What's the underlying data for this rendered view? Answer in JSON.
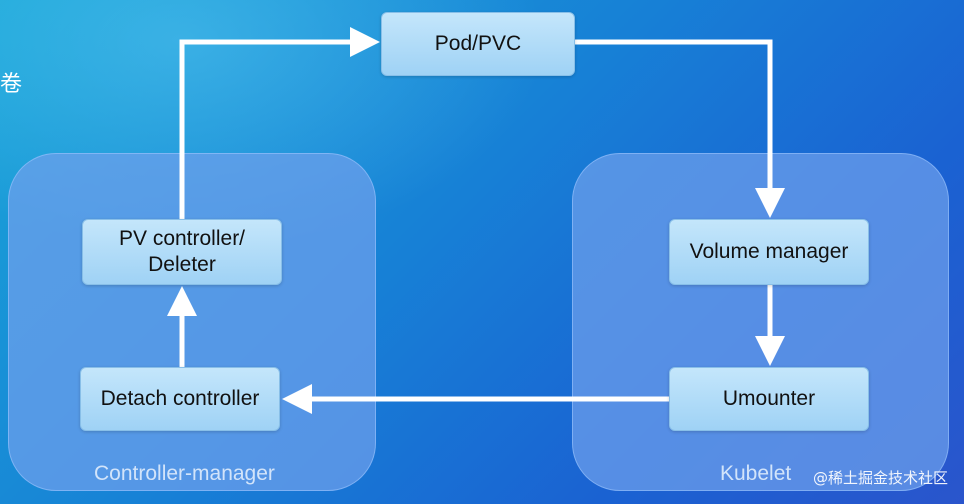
{
  "diagram": {
    "side_char": "卷",
    "groups": {
      "controller_manager": "Controller-manager",
      "kubelet": "Kubelet"
    },
    "nodes": {
      "pod_pvc": "Pod/PVC",
      "pv_controller_line1": "PV controller/",
      "pv_controller_line2": "Deleter",
      "detach_controller": "Detach controller",
      "volume_manager": "Volume manager",
      "umounter": "Umounter"
    },
    "watermark": "@稀土掘金技术社区"
  },
  "colors": {
    "node_fill": "#b3ddf8",
    "panel_fill": "#6ea0eb",
    "arrow": "#ffffff"
  }
}
